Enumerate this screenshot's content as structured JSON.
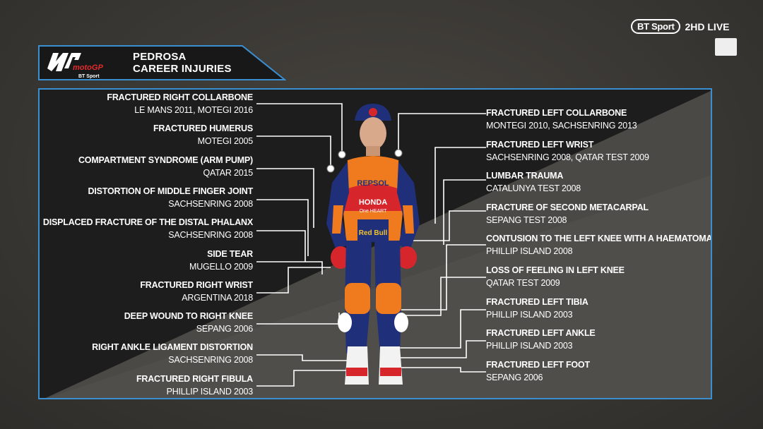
{
  "broadcast": {
    "brand": "BT Sport",
    "channel": "2HD LIVE"
  },
  "header": {
    "line1": "PEDROSA",
    "line2": "CAREER INJURIES",
    "logo_text": "motoGP",
    "logo_sub": "BT Sport"
  },
  "rider": {
    "sponsor1": "REPSOL",
    "sponsor2": "HONDA",
    "sponsor3": "One HEART",
    "sponsor4": "Red Bull"
  },
  "left_injuries": [
    {
      "title": "FRACTURED RIGHT COLLARBONE",
      "detail": "LE MANS 2011, MOTEGI 2016"
    },
    {
      "title": "FRACTURED HUMERUS",
      "detail": "MOTEGI 2005"
    },
    {
      "title": "COMPARTMENT SYNDROME (ARM PUMP)",
      "detail": "QATAR 2015"
    },
    {
      "title": "DISTORTION OF MIDDLE FINGER JOINT",
      "detail": "SACHSENRING 2008"
    },
    {
      "title": "DISPLACED FRACTURE OF THE DISTAL PHALANX",
      "detail": "SACHSENRING 2008"
    },
    {
      "title": "SIDE TEAR",
      "detail": "MUGELLO 2009"
    },
    {
      "title": "FRACTURED RIGHT WRIST",
      "detail": "ARGENTINA 2018"
    },
    {
      "title": "DEEP WOUND TO RIGHT KNEE",
      "detail": "SEPANG 2006"
    },
    {
      "title": "RIGHT ANKLE LIGAMENT DISTORTION",
      "detail": "SACHSENRING 2008"
    },
    {
      "title": "FRACTURED RIGHT FIBULA",
      "detail": "PHILLIP ISLAND 2003"
    }
  ],
  "right_injuries": [
    {
      "title": "FRACTURED LEFT COLLARBONE",
      "detail": "MONTEGI 2010, SACHSENRING 2013"
    },
    {
      "title": "FRACTURED LEFT WRIST",
      "detail": "SACHSENRING 2008, QATAR TEST 2009"
    },
    {
      "title": "LUMBAR TRAUMA",
      "detail": "CATALUNYA TEST 2008"
    },
    {
      "title": "FRACTURE OF SECOND METACARPAL",
      "detail": "SEPANG TEST 2008"
    },
    {
      "title": "CONTUSION TO THE LEFT KNEE WITH A HAEMATOMA",
      "detail": "PHILLIP ISLAND 2008"
    },
    {
      "title": "LOSS OF FEELING IN LEFT KNEE",
      "detail": "QATAR TEST 2009"
    },
    {
      "title": "FRACTURED LEFT TIBIA",
      "detail": "PHILLIP ISLAND 2003"
    },
    {
      "title": "FRACTURED LEFT ANKLE",
      "detail": "PHILLIP ISLAND 2003"
    },
    {
      "title": "FRACTURED LEFT FOOT",
      "detail": "SEPANG 2006"
    }
  ],
  "colors": {
    "frame": "#3a8fd0",
    "suit_orange": "#f07a1e",
    "suit_blue": "#1f2f7a",
    "suit_red": "#d7262b",
    "text": "#ffffff"
  }
}
